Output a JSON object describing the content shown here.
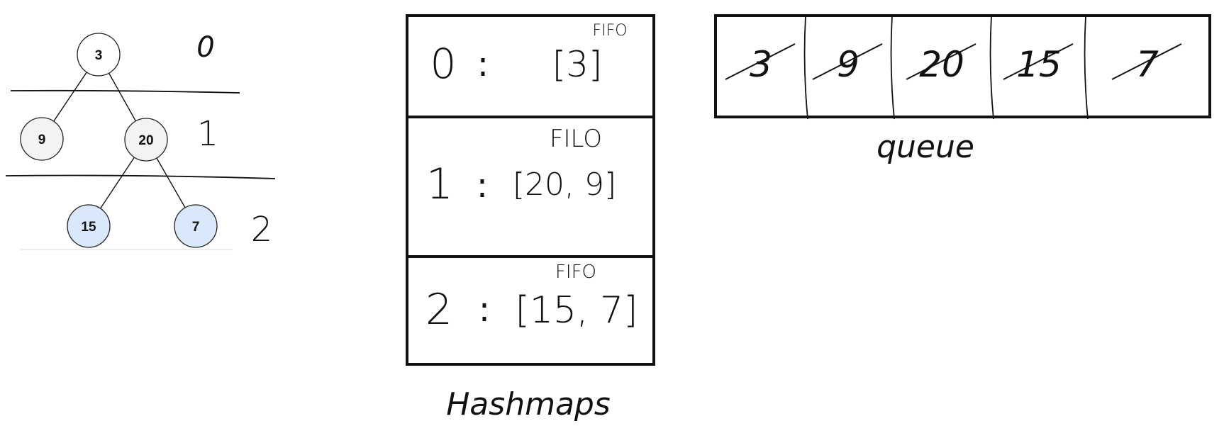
{
  "tree": {
    "nodes": [
      {
        "id": "n3",
        "label": "3",
        "fill": "#ffffff"
      },
      {
        "id": "n9",
        "label": "9",
        "fill": "#f3f3f3"
      },
      {
        "id": "n20",
        "label": "20",
        "fill": "#f3f3f3"
      },
      {
        "id": "n15",
        "label": "15",
        "fill": "#dae8fc"
      },
      {
        "id": "n7",
        "label": "7",
        "fill": "#dae8fc"
      }
    ],
    "edges": [
      [
        "n3",
        "n9"
      ],
      [
        "n3",
        "n20"
      ],
      [
        "n20",
        "n15"
      ],
      [
        "n20",
        "n7"
      ]
    ],
    "levels": [
      "0",
      "1",
      "2"
    ]
  },
  "hashmap": {
    "rows": [
      {
        "key": "0",
        "sep": ":",
        "value": "[3]",
        "order": "FIFO"
      },
      {
        "key": "1",
        "sep": ":",
        "value": "[20, 9]",
        "order": "FILO"
      },
      {
        "key": "2",
        "sep": ":",
        "value": "[15, 7]",
        "order": "FIFO"
      }
    ],
    "caption": "Hashmaps"
  },
  "queue": {
    "cells": [
      "3",
      "9",
      "20",
      "15",
      "7"
    ],
    "crossed_out": true,
    "caption": "queue"
  },
  "colors": {
    "stroke": "#111111",
    "leaf_fill": "#dae8fc",
    "inner_fill": "#f3f3f3"
  }
}
